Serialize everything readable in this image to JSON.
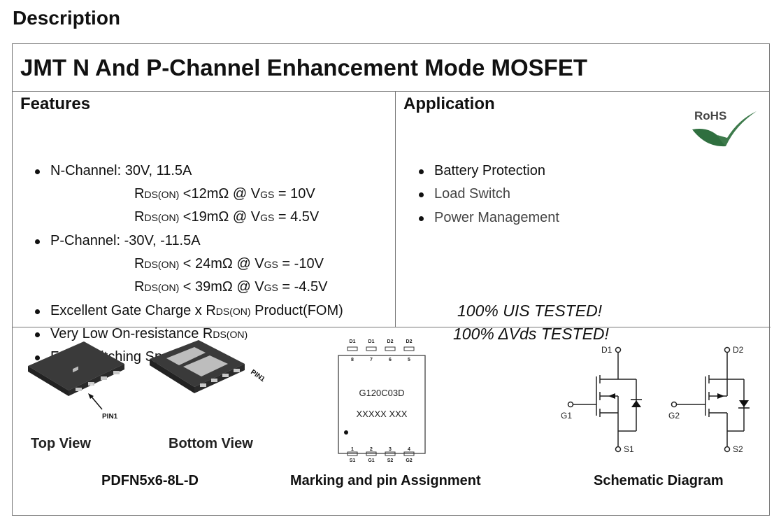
{
  "heading": "Description",
  "title": "JMT N And P-Channel Enhancement Mode MOSFET",
  "features": {
    "heading": "Features",
    "n_channel": "N-Channel: 30V, 11.5A",
    "n_rds_1": {
      "r": "R",
      "sub": "DS(ON)",
      "mid": " <12mΩ @ V",
      "sub2": "GS",
      "end": " = 10V"
    },
    "n_rds_2": {
      "r": "R",
      "sub": "DS(ON)",
      "mid": " <19mΩ @ V",
      "sub2": "GS",
      "end": " = 4.5V"
    },
    "p_channel": "P-Channel: -30V, -11.5A",
    "p_rds_1": {
      "r": "R",
      "sub": "DS(ON)",
      "mid": " < 24mΩ @ V",
      "sub2": "GS",
      "end": " = -10V"
    },
    "p_rds_2": {
      "r": "R",
      "sub": "DS(ON)",
      "mid": " < 39mΩ @ V",
      "sub2": "GS",
      "end": " = -4.5V"
    },
    "gate_charge": {
      "a": "Excellent Gate Charge x R",
      "sub": "DS(ON)",
      "b": " Product(FOM)"
    },
    "low_res": {
      "a": "Very Low On-resistance R",
      "sub": "DS(ON)"
    },
    "fast": "Fast Switching Speed"
  },
  "application": {
    "heading": "Application",
    "items": [
      "Battery Protection",
      "Load Switch",
      "Power Management"
    ],
    "uis": "100% UIS TESTED!",
    "vds": "100% ΔVds TESTED!",
    "rohs": "RoHS"
  },
  "package": {
    "top_view": "Top View",
    "bottom_view": "Bottom View",
    "pin1": "PIN1",
    "pin1_b": "PIN1",
    "caption": "PDFN5x6-8L-D"
  },
  "marking": {
    "top_pins": [
      "D1",
      "D1",
      "D2",
      "D2"
    ],
    "top_nums": [
      "8",
      "7",
      "6",
      "5"
    ],
    "bottom_nums": [
      "1",
      "2",
      "3",
      "4"
    ],
    "bottom_pins": [
      "S1",
      "G1",
      "S2",
      "G2"
    ],
    "part": "G120C03D",
    "code": "XXXXX XXX",
    "caption": "Marking and pin Assignment"
  },
  "schematic": {
    "d1": "D1",
    "g1": "G1",
    "s1": "S1",
    "d2": "D2",
    "g2": "G2",
    "s2": "S2",
    "caption": "Schematic Diagram"
  }
}
